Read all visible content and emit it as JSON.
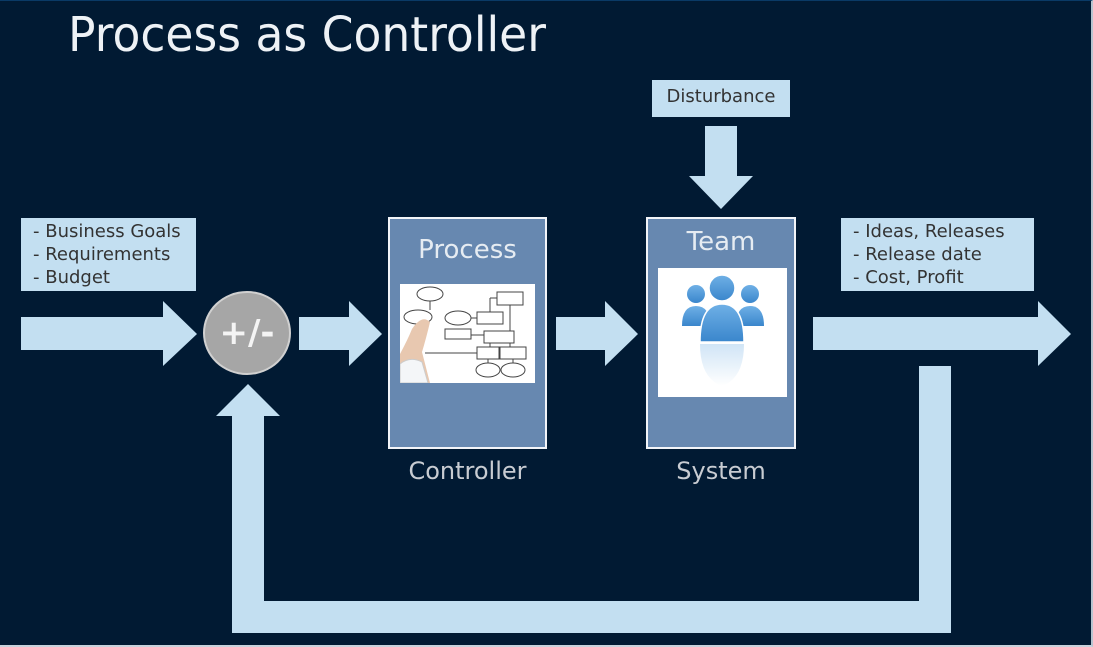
{
  "title": "Process as Controller",
  "inputs": {
    "items": [
      "- Business Goals",
      "- Requirements",
      "- Budget"
    ]
  },
  "outputs": {
    "items": [
      "- Ideas, Releases",
      "- Release date",
      "- Cost, Profit"
    ]
  },
  "disturbance": {
    "label": "Disturbance"
  },
  "summing_junction": {
    "label": "+/-"
  },
  "controller": {
    "title": "Process",
    "caption": "Controller",
    "image": "flowchart-drawing-icon"
  },
  "system": {
    "title": "Team",
    "caption": "System",
    "image": "team-people-icon"
  },
  "colors": {
    "background": "#011a33",
    "arrow": "#c3dff1",
    "block": "#6788b0",
    "junction": "#a6a6a6"
  }
}
